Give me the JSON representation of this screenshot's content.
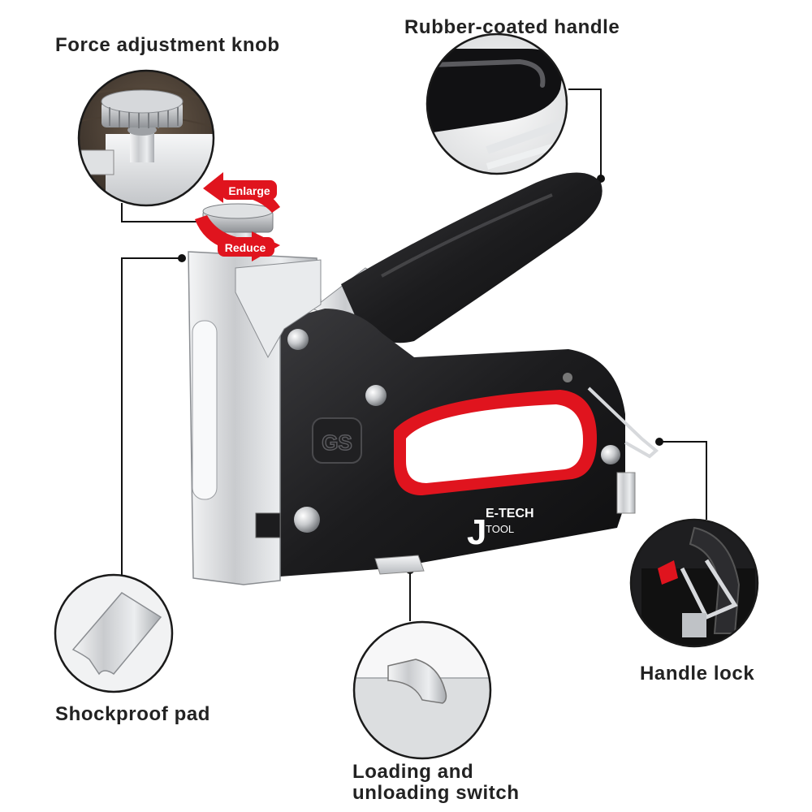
{
  "callouts": {
    "force_knob": "Force adjustment knob",
    "handle": "Rubber-coated handle",
    "shockproof_pad": "Shockproof pad",
    "handle_lock": "Handle lock",
    "switch_line1": "Loading and",
    "switch_line2": "unloading switch"
  },
  "arrows": {
    "enlarge": "Enlarge",
    "reduce": "Reduce"
  },
  "brand": {
    "logo_letter": "J",
    "logo_top": "E-TECH",
    "logo_bottom": "TOOL",
    "plate_mark": "GS"
  },
  "colors": {
    "accent_red": "#e0141e",
    "body_black": "#1c1c1e",
    "steel": "#d7d9dc",
    "text": "#222222"
  }
}
